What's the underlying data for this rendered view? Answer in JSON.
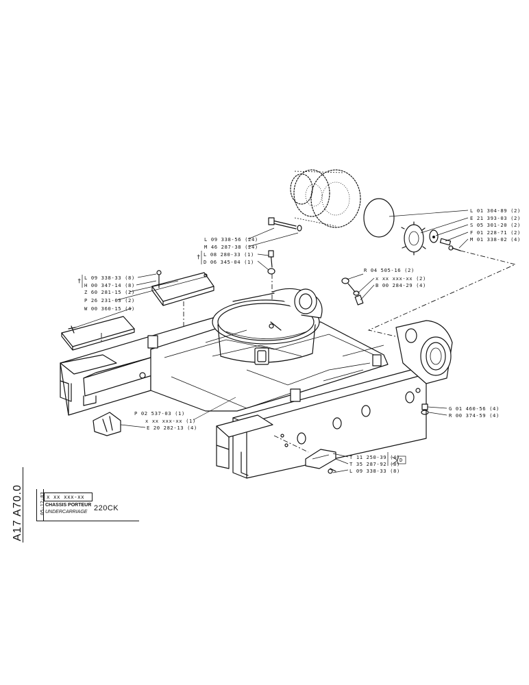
{
  "sheet": {
    "code": "A17 A70.0",
    "date": "05-12-83",
    "part_number": "x xx xxx-xx",
    "title_fr": "CHASSIS PORTEUR",
    "title_en": "UNDERCARRIAGE",
    "model": "220CK"
  },
  "callouts": {
    "motor_bolt": "L 09 338-56 (24)",
    "motor_nut": "M 46 287-38 (24)",
    "grease_l": "L 08 280-33 (1)",
    "grease_d": "D 06 345-04 (1)",
    "cover_screw": "L 09 338-33 (8)",
    "cover_h": "H 00 347-14 (8)",
    "cover_z": "Z 60 281-15 (2)",
    "cover_p": "P 26 231-63 (2)",
    "cover_w": "W 00 360-15 (4)",
    "seal_r": "R 04 505-16 (2)",
    "seal_x": "x xx xxx-xx (2)",
    "seal_b": "B 00 284-29 (4)",
    "drive_l": "L 01 304-89 (2)",
    "drive_e": "E 21 393-03 (2)",
    "drive_s": "S 05 301-20 (2)",
    "drive_f": "F 01 228-71 (2)",
    "drive_m": "M 01 338-02 (4)",
    "frame_p": "P 02 537-03 (1)",
    "frame_x": "x xx xxx-xx (1)",
    "frame_e": "E 20 282-13 (4)",
    "idler_g": "G 01 460-56 (4)",
    "idler_r": "R 00 374-59 (4)",
    "guide_t1": "T 11 250-39 (4)",
    "guide_t2": "T 35 287-92 (8)",
    "guide_l": "L 09 338-33 (8)",
    "guide_ref": "D",
    "dagger": "†"
  }
}
